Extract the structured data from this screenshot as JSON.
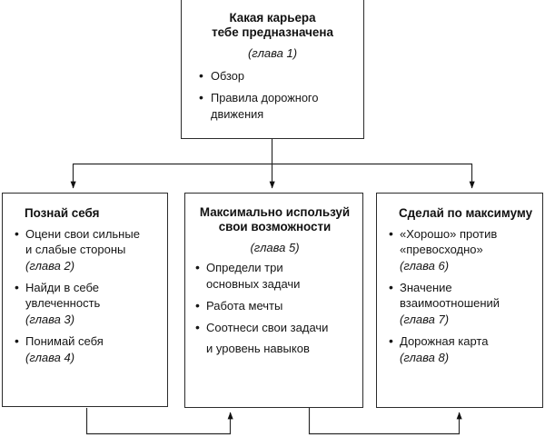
{
  "diagram": {
    "title_node": {
      "title_lines": [
        "Какая карьера",
        "тебе предназначена"
      ],
      "chapter": "(глава 1)",
      "bullets": [
        {
          "lines": [
            "Обзор"
          ]
        },
        {
          "lines": [
            "Правила дорожного",
            "движения"
          ]
        }
      ]
    },
    "nodes": [
      {
        "title_lines": [
          "Познай себя"
        ],
        "bullets": [
          {
            "lines": [
              "Оцени свои сильные",
              "и слабые стороны"
            ],
            "chapter": "(глава 2)"
          },
          {
            "lines": [
              "Найди в себе",
              "увлеченность"
            ],
            "chapter": "(глава 3)"
          },
          {
            "lines": [
              "Понимай себя"
            ],
            "chapter": "(глава 4)"
          }
        ]
      },
      {
        "title_lines": [
          "Максимально используй",
          "свои возможности"
        ],
        "chapter": "(глава 5)",
        "bullets": [
          {
            "lines": [
              "Определи три",
              "основных задачи"
            ]
          },
          {
            "lines": [
              "Работа мечты"
            ]
          },
          {
            "lines": [
              "Соотнеси свои задачи",
              "и уровень навыков"
            ]
          }
        ]
      },
      {
        "title_lines": [
          "Сделай по максимуму"
        ],
        "bullets": [
          {
            "lines": [
              "«Хорошо» против",
              "«превосходно»"
            ],
            "chapter": "(глава 6)"
          },
          {
            "lines": [
              "Значение",
              "взаимоотношений"
            ],
            "chapter": "(глава 7)"
          },
          {
            "lines": [
              "Дорожная карта"
            ],
            "chapter": "(глава 8)"
          }
        ]
      }
    ],
    "colors": {
      "stroke": "#2b2b2b",
      "text": "#161616",
      "background": "#ffffff"
    }
  }
}
